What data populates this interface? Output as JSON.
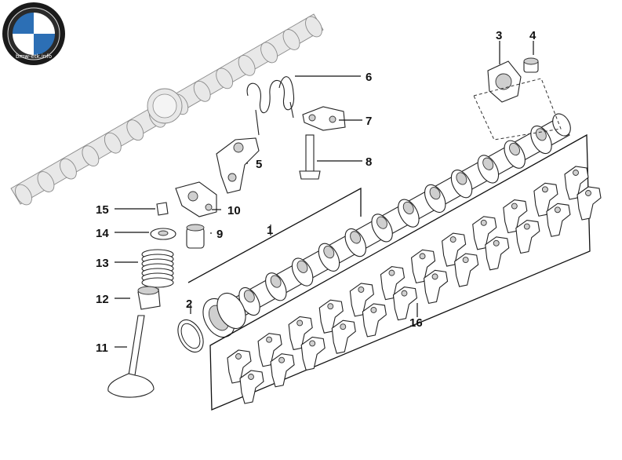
{
  "logo": {
    "brand": "BMW",
    "caption": "bmw-etk.info"
  },
  "callouts": [
    {
      "id": "1",
      "label": "1"
    },
    {
      "id": "2",
      "label": "2"
    },
    {
      "id": "3",
      "label": "3"
    },
    {
      "id": "4",
      "label": "4"
    },
    {
      "id": "5",
      "label": "5"
    },
    {
      "id": "6",
      "label": "6"
    },
    {
      "id": "7",
      "label": "7"
    },
    {
      "id": "8",
      "label": "8"
    },
    {
      "id": "9",
      "label": "9"
    },
    {
      "id": "10",
      "label": "10"
    },
    {
      "id": "11",
      "label": "11"
    },
    {
      "id": "12",
      "label": "12"
    },
    {
      "id": "13",
      "label": "13"
    },
    {
      "id": "14",
      "label": "14"
    },
    {
      "id": "15",
      "label": "15"
    },
    {
      "id": "16",
      "label": "16"
    }
  ]
}
